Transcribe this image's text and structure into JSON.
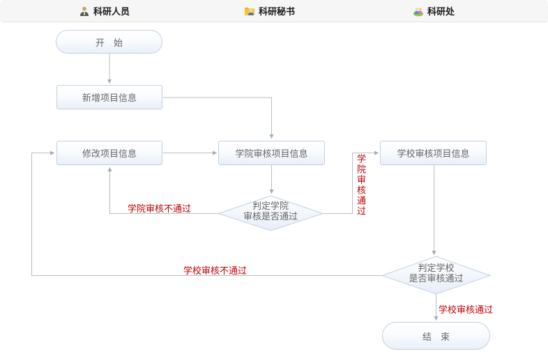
{
  "lanes": [
    {
      "label": "科研人员",
      "icon": "researcher-icon"
    },
    {
      "label": "科研秘书",
      "icon": "secretary-icon"
    },
    {
      "label": "科研处",
      "icon": "office-icon"
    }
  ],
  "nodes": {
    "start": "开　始",
    "add_project": "新增项目信息",
    "modify_project": "修改项目信息",
    "college_review": "学院审核项目信息",
    "school_review": "学校审核项目信息",
    "college_decision_line1": "判定学院",
    "college_decision_line2": "审核是否通过",
    "school_decision_line1": "判定学校",
    "school_decision_line2": "是否审核通过",
    "end": "结　束"
  },
  "edge_labels": {
    "college_fail": "学院审核不通过",
    "college_pass": "学院审核通过",
    "school_fail": "学校审核不通过",
    "school_pass": "学校审核通过"
  },
  "colors": {
    "node_border": "#c2cfdf",
    "node_fill_bottom": "#e9f0f9",
    "connector": "#b6bdc6",
    "edge_label_red": "#c00000",
    "node_text": "#666666",
    "header_bg": "#f6f6f6"
  }
}
